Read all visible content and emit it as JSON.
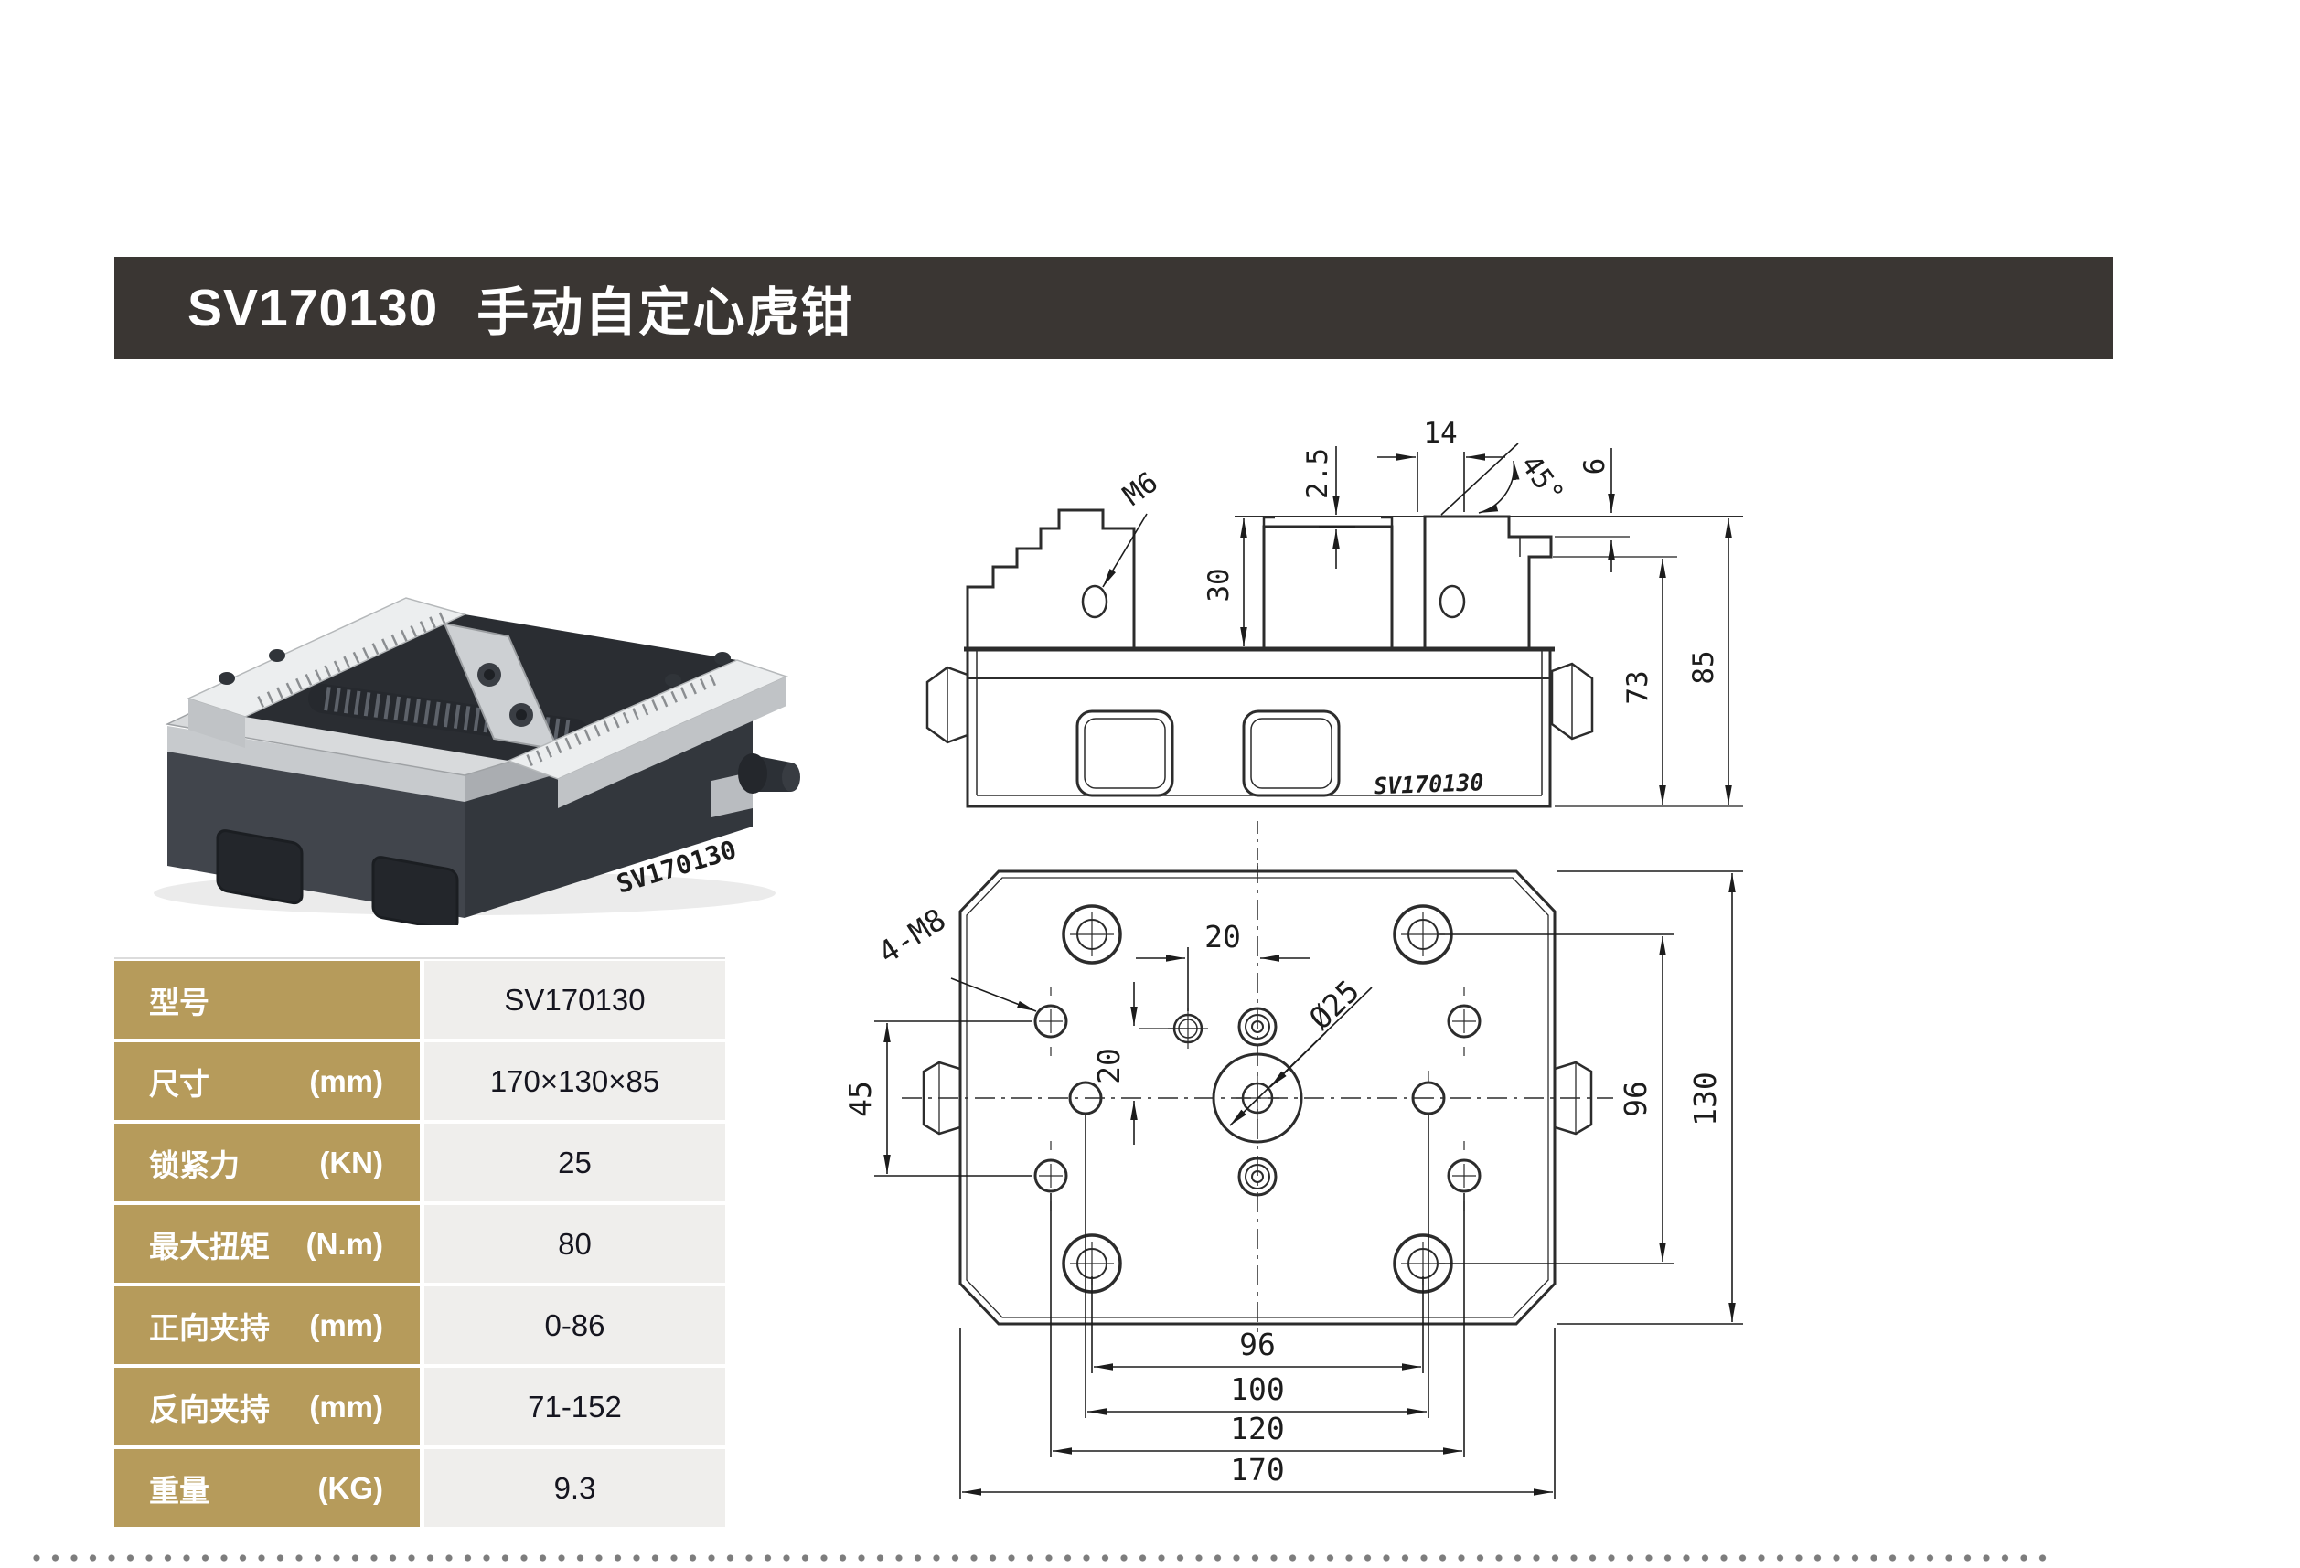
{
  "header": {
    "model": "SV170130",
    "product_name": "手动自定心虎钳"
  },
  "product_photo": {
    "engraved_model": "SV170130"
  },
  "spec_table": {
    "rows": [
      {
        "label": "型号",
        "unit": "",
        "value": "SV170130"
      },
      {
        "label": "尺寸",
        "unit": "(mm)",
        "value": "170×130×85"
      },
      {
        "label": "锁紧力",
        "unit": "(KN)",
        "value": "25"
      },
      {
        "label": "最大扭矩",
        "unit": "(N.m)",
        "value": "80"
      },
      {
        "label": "正向夹持",
        "unit": "(mm)",
        "value": "0-86"
      },
      {
        "label": "反向夹持",
        "unit": "(mm)",
        "value": "71-152"
      },
      {
        "label": "重量",
        "unit": "(KG)",
        "value": "9.3"
      }
    ]
  },
  "side_view": {
    "m6_callout": "M6",
    "dim_2_5": "2.5",
    "dim_14": "14",
    "angle_45": "45°",
    "dim_6": "6",
    "dim_30": "30",
    "dim_73": "73",
    "dim_85": "85",
    "engraved_model": "SV170130"
  },
  "plan_view": {
    "thread_callout": "4-M8",
    "dim_20_h": "20",
    "dim_20_v": "20",
    "bore_callout": "Ø25",
    "dim_45": "45",
    "dim_96_right": "96",
    "dim_130": "130",
    "dim_96_bottom": "96",
    "dim_100": "100",
    "dim_120": "120",
    "dim_170": "170"
  },
  "colors": {
    "banner_bg": "#3a3633",
    "banner_text": "#ffffff",
    "table_label_bg": "#b69b5b",
    "table_value_bg": "#efeeec",
    "table_label_text": "#ffffff",
    "table_value_text": "#15151f",
    "drawing_line": "#2c2c2c",
    "dot_divider": "#7d7d7d"
  }
}
